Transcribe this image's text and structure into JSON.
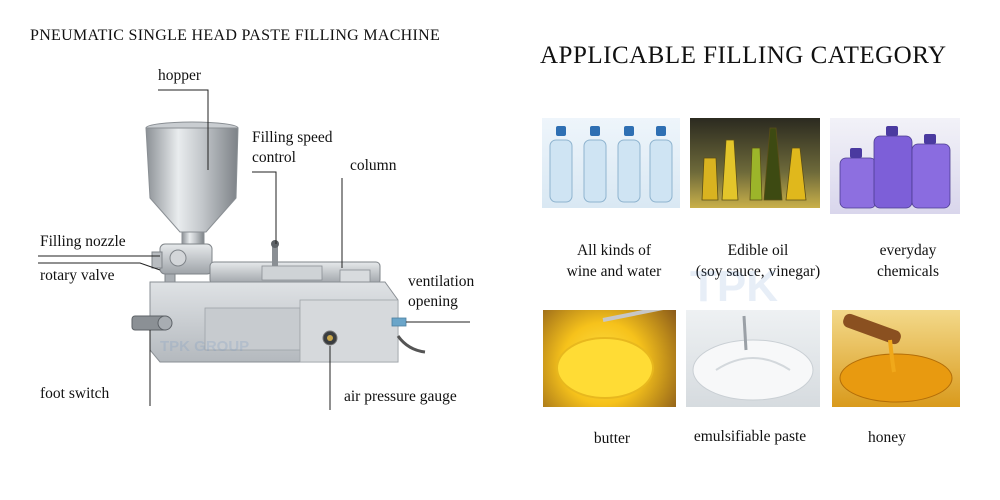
{
  "left_title": "PNEUMATIC SINGLE HEAD PASTE FILLING MACHINE",
  "right_title": "APPLICABLE FILLING CATEGORY",
  "watermark": "TPK GROUP",
  "machine_labels": {
    "hopper": "hopper",
    "filling_speed_control_1": "Filling speed",
    "filling_speed_control_2": "control",
    "column": "column",
    "filling_nozzle": "Filling nozzle",
    "rotary_valve": "rotary valve",
    "ventilation_opening_1": "ventilation",
    "ventilation_opening_2": "opening",
    "foot_switch": "foot switch",
    "air_pressure_gauge": "air pressure gauge"
  },
  "categories": {
    "wine_water_1": "All kinds of",
    "wine_water_2": "wine and water",
    "edible_oil_1": "Edible oil",
    "edible_oil_2": "(soy sauce, vinegar)",
    "chemicals_1": "everyday",
    "chemicals_2": "chemicals",
    "butter": "butter",
    "paste": "emulsifiable paste",
    "honey": "honey"
  }
}
